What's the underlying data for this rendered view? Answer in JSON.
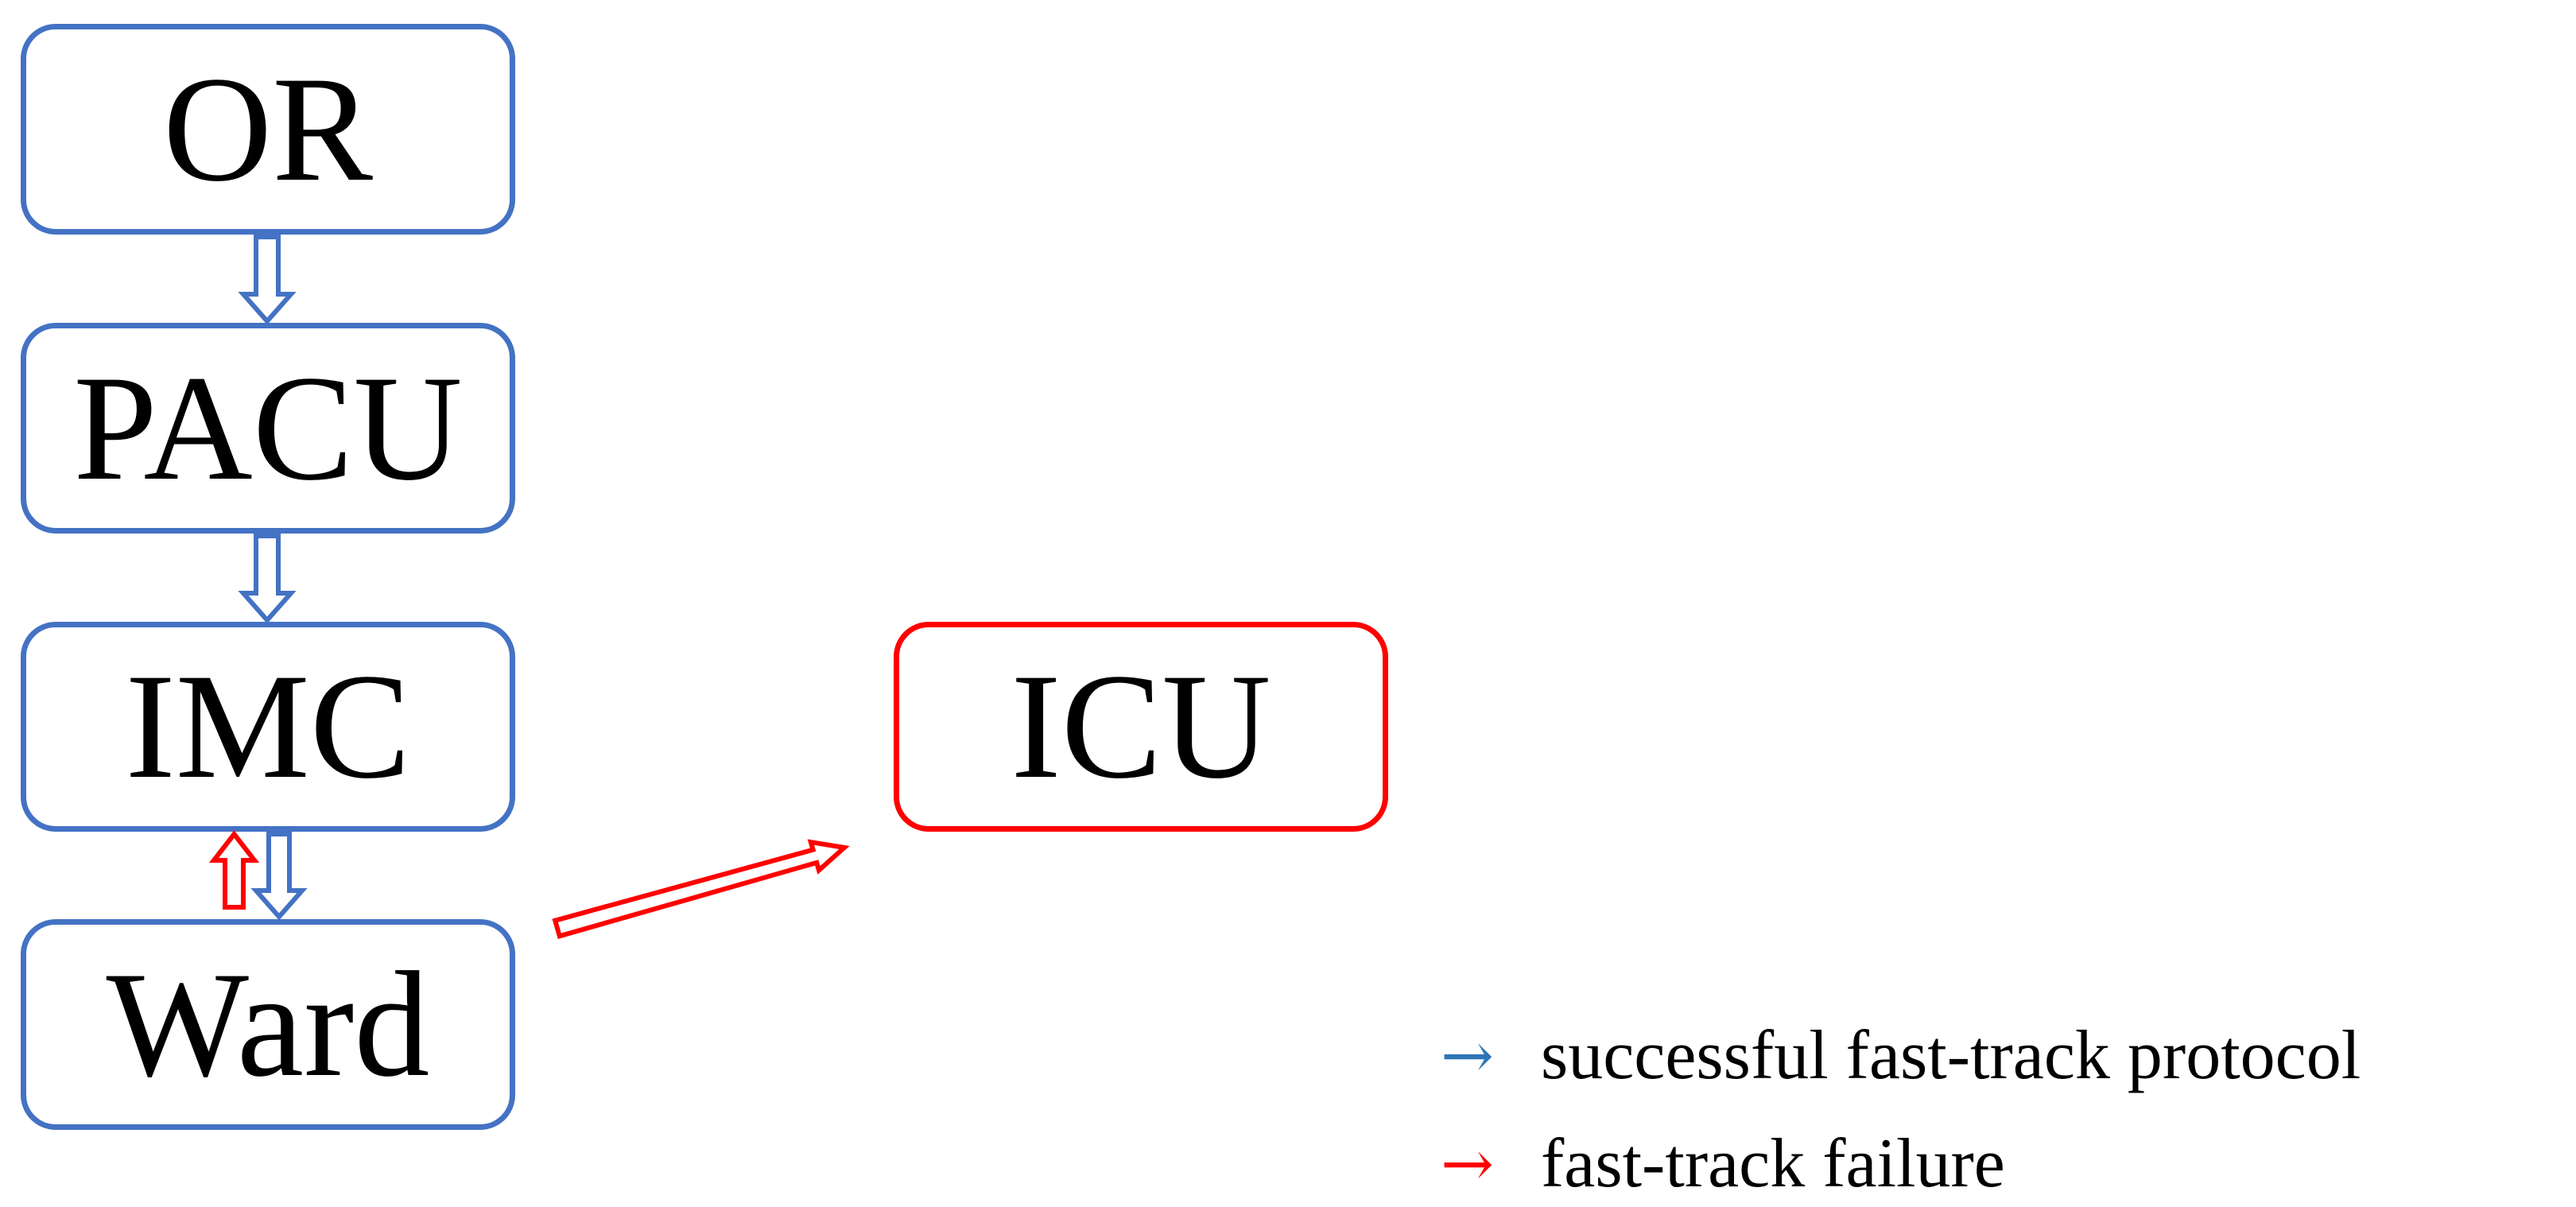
{
  "nodes": {
    "or": {
      "label": "OR"
    },
    "pacu": {
      "label": "PACU"
    },
    "imc": {
      "label": "IMC"
    },
    "ward": {
      "label": "Ward"
    },
    "icu": {
      "label": "ICU"
    }
  },
  "edges": [
    {
      "from": "OR",
      "to": "PACU",
      "kind": "success"
    },
    {
      "from": "PACU",
      "to": "IMC",
      "kind": "success"
    },
    {
      "from": "IMC",
      "to": "Ward",
      "kind": "success"
    },
    {
      "from": "Ward",
      "to": "IMC",
      "kind": "failure"
    },
    {
      "from": "Ward",
      "to": "ICU",
      "kind": "failure"
    }
  ],
  "legend": {
    "success": {
      "symbol": "→",
      "label": "successful fast-track protocol",
      "color": "#2e75b6"
    },
    "failure": {
      "symbol": "→",
      "label": "fast-track failure",
      "color": "#ff0000"
    }
  },
  "colors": {
    "success_border": "#4472c4",
    "failure_border": "#ff0000"
  }
}
